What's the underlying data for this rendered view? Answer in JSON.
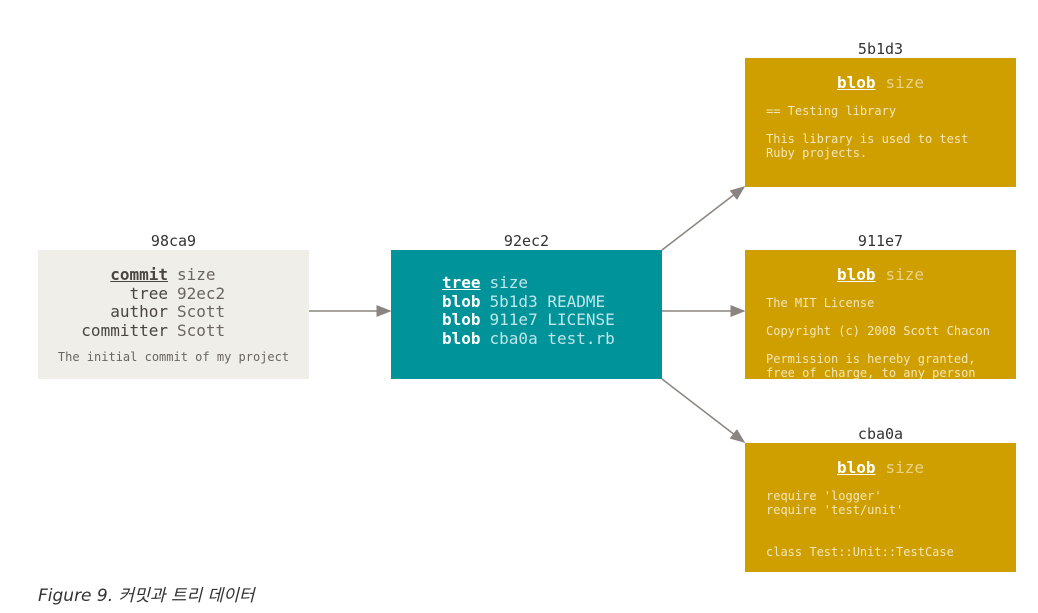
{
  "commit": {
    "id": "98ca9",
    "rows": [
      {
        "k": "commit",
        "v": "size"
      },
      {
        "k": "tree",
        "v": "92ec2"
      },
      {
        "k": "author",
        "v": "Scott"
      },
      {
        "k": "committer",
        "v": "Scott"
      }
    ],
    "message": "The initial commit of my project"
  },
  "tree": {
    "id": "92ec2",
    "rows": [
      {
        "k": "tree",
        "v": "size"
      },
      {
        "k": "blob",
        "v": "5b1d3 README"
      },
      {
        "k": "blob",
        "v": "911e7 LICENSE"
      },
      {
        "k": "blob",
        "v": "cba0a test.rb"
      }
    ]
  },
  "blobs": [
    {
      "id": "5b1d3",
      "type": "blob",
      "size": "size",
      "content": [
        "== Testing library",
        "",
        "This library is used to test",
        "Ruby projects."
      ]
    },
    {
      "id": "911e7",
      "type": "blob",
      "size": "size",
      "content": [
        "The MIT License",
        "",
        "Copyright (c) 2008 Scott Chacon",
        "",
        "Permission is hereby granted,",
        "free of charge, to any person"
      ]
    },
    {
      "id": "cba0a",
      "type": "blob",
      "size": "size",
      "content": [
        "require 'logger'",
        "require 'test/unit'",
        "",
        "",
        "class Test::Unit::TestCase"
      ]
    }
  ],
  "caption": "Figure 9. 커밋과 트리 데이터",
  "colors": {
    "commit": "#efeee8",
    "tree": "#00939a",
    "blob": "#cf9f00",
    "arrow": "#8a8580"
  }
}
